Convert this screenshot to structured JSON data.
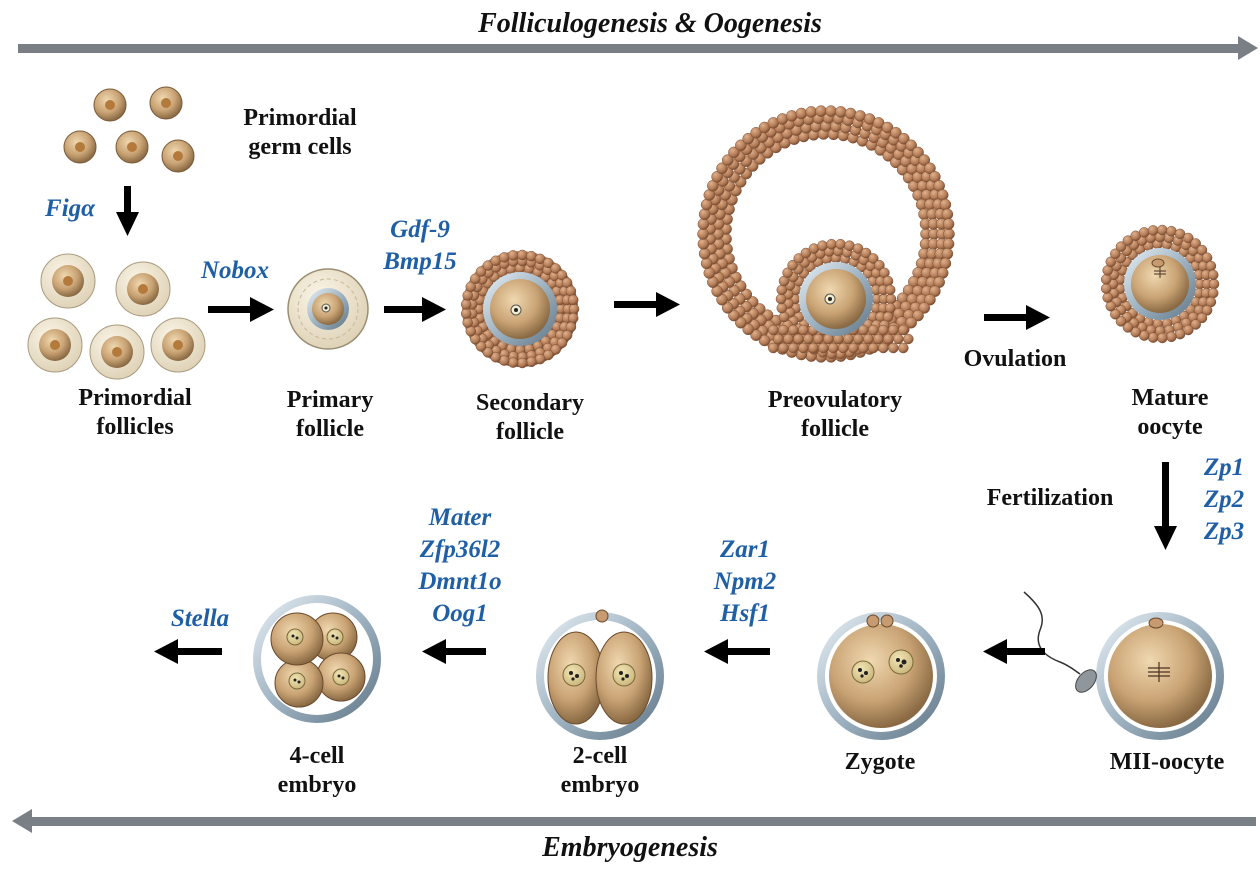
{
  "banners": {
    "top": "Folliculogenesis & Oogenesis",
    "bottom": "Embryogenesis"
  },
  "stages": {
    "primordial_germ_cells": "Primordial\ngerm cells",
    "primordial_follicles": "Primordial\nfollicles",
    "primary_follicle": "Primary\nfollicle",
    "secondary_follicle": "Secondary\nfollicle",
    "preovulatory_follicle": "Preovulatory\nfollicle",
    "mature_oocyte": "Mature\noocyte",
    "mii_oocyte": "MII-oocyte",
    "zygote": "Zygote",
    "two_cell_embryo": "2-cell\nembryo",
    "four_cell_embryo": "4-cell\nembryo"
  },
  "processes": {
    "ovulation": "Ovulation",
    "fertilization": "Fertilization"
  },
  "genes": {
    "figalpha": "Figα",
    "nobox": "Nobox",
    "gdf9_bmp15": "Gdf-9\nBmp15",
    "zp": "Zp1\nZp2\nZp3",
    "zar1_npm2_hsf1": "Zar1\nNpm2\nHsf1",
    "mater_group": "Mater\nZfp36l2\nDmnt1o\nOog1",
    "stella": "Stella"
  },
  "colors": {
    "gene_text": "#1f5fa6",
    "banner_arrow": "#7a7f86",
    "cell_fill": "#c8a374",
    "granulosa": "#b07a55",
    "zona": "#8fa6b8"
  }
}
